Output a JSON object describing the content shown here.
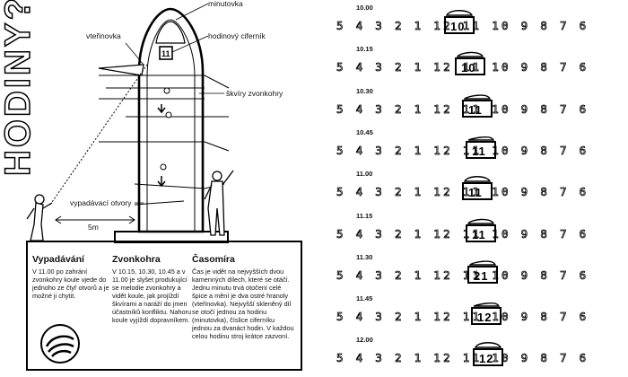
{
  "diagram": {
    "title": "HODINY?",
    "labels": {
      "minutovka": "minutovka",
      "vterinovka": "vteřinovka",
      "hodinovy_ciferník": "hodinový ciferník",
      "skviry_zvonkohry": "škvíry zvonkohry",
      "vypadavaci_otvory": "vypadávací otvory",
      "distance": "5m"
    }
  },
  "legend": {
    "columns": [
      {
        "heading": "Vypadávání",
        "text": "V 11.00 po zahrání zvonkohry koule vjede do jednoho ze čtyř otvorů a je možné ji chytit."
      },
      {
        "heading": "Zvonkohra",
        "text": "V 10.15, 10.30, 10.45 a v 11.00 je slyšet produkující se melodie zvonkohry a vidět koule, jak projíždí škvírami a naráží do jmen účastníků konfliktu. Nahoru koule vyjíždí dopravníkem."
      },
      {
        "heading": "Časomíra",
        "text": "Čas je vidět na nejvyšších dvou kamenných dílech, které se otáčí. Jednu minutu trvá otočení celé špice a mění je dva ostré hranoly (vteřinovka). Nejvyšší skleněný díl se otočí jednou za hodinu (minutovka), číslice ciferníku jednou za dvanáct hodin. V každou celou hodinu stroj krátce zazvoní."
      }
    ]
  },
  "sequence": [
    {
      "time": "10.00",
      "dial": "5 4 3 2 1 12 11 10 9 8 7 6",
      "shown": "10"
    },
    {
      "time": "10.15",
      "dial": "5 4 3 2 1 12 11 10 9 8 7 6",
      "shown": "10"
    },
    {
      "time": "10.30",
      "dial": "5 4 3 2 1 12 11 10 9 8 7 6",
      "shown": "11"
    },
    {
      "time": "10.45",
      "dial": "5 4 3 2 1 12 11 10 9 8 7 6",
      "shown": "11"
    },
    {
      "time": "11.00",
      "dial": "5 4 3 2 1 12 11 10 9 8 7 6",
      "shown": "11"
    },
    {
      "time": "11.15",
      "dial": "5 4 3 2 1 12 11 10 9 8 7 6",
      "shown": "11"
    },
    {
      "time": "11.30",
      "dial": "5 4 3 2 1 12 11 10 9 8 7 6",
      "shown": "21"
    },
    {
      "time": "11.45",
      "dial": "5 4 3 2 1 12 11 10 9 8 7 6",
      "shown": "12"
    },
    {
      "time": "12.00",
      "dial": "5 4 3 2 1 12 11 10 9 8 7 6",
      "shown": "12"
    }
  ]
}
